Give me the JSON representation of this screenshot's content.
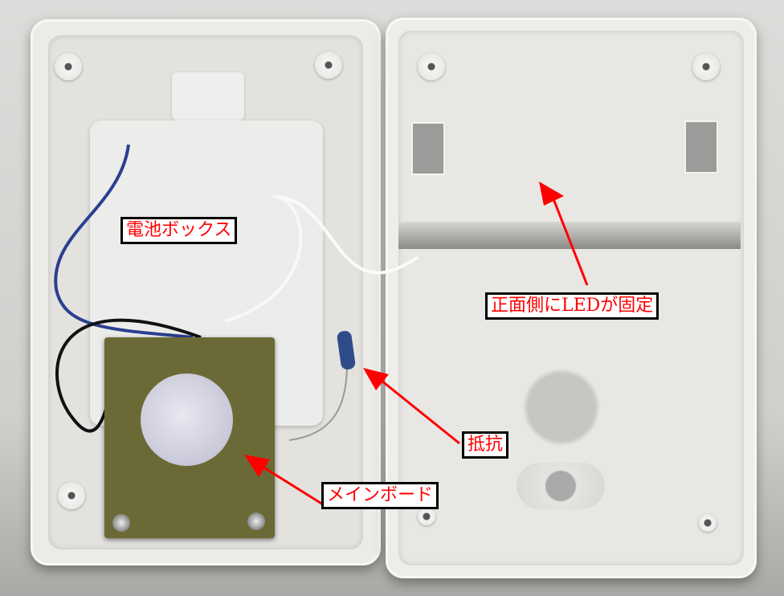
{
  "image": {
    "description": "Opened white plastic motion-sensor enclosure with annotated internal parts",
    "annotation_color": "#ff0000",
    "labels": {
      "battery_box": "電池ボックス",
      "led_fixed_front": "正面側にLEDが固定",
      "resistor": "抵抗",
      "main_board": "メインボード"
    }
  }
}
